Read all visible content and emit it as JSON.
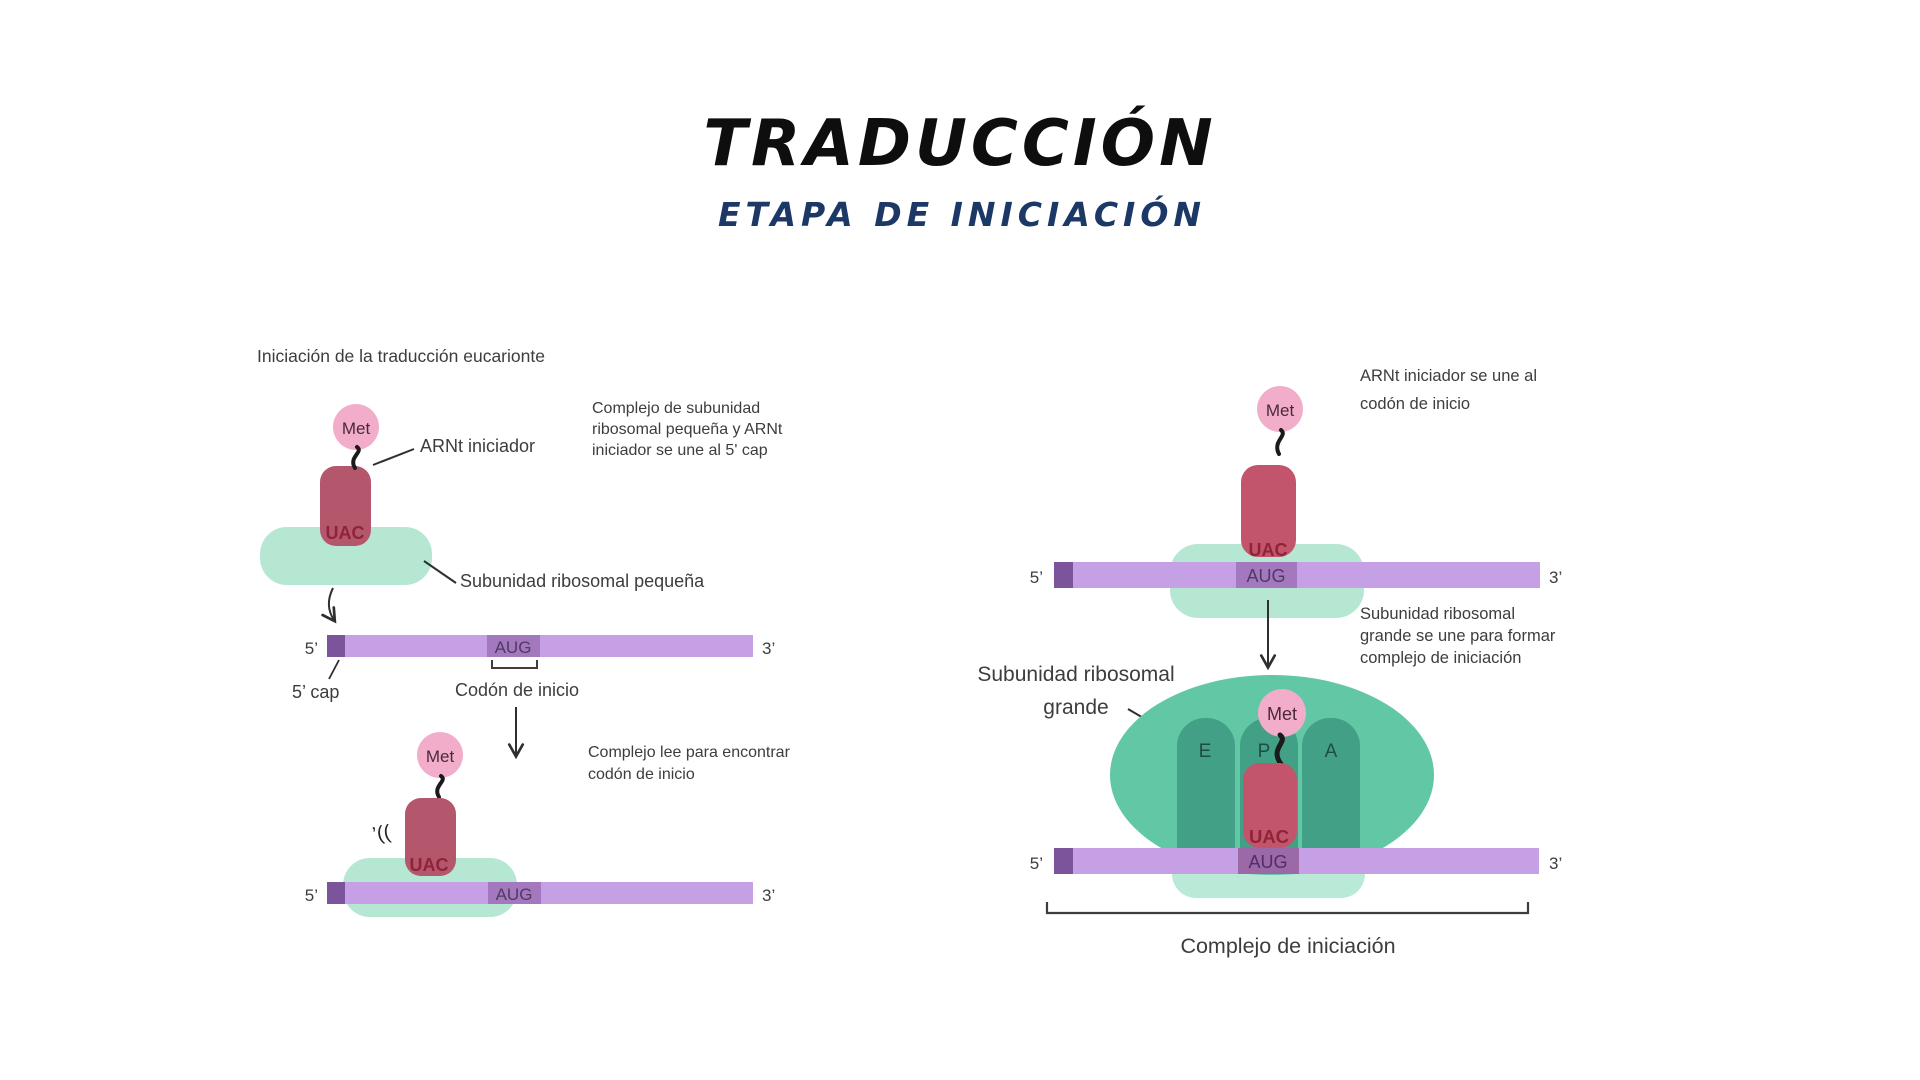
{
  "title": "TRADUCCIÓN",
  "subtitle": "ETAPA DE INICIACIÓN",
  "colors": {
    "title_ink": "#0e0e0e",
    "subtitle_navy": "#1b3866",
    "text_dark": "#3d3d3d",
    "line_dark": "#2f2f2f",
    "met_pink": "#f1adca",
    "met_text": "#4a2a3a",
    "trna_left": "#b4566c",
    "trna_right": "#c2556b",
    "anticodon_text": "#8f2438",
    "small_subunit": "#b5e7d3",
    "small_subunit_light": "#b9ead8",
    "large_subunit": "#62c7a4",
    "site_column": "#42a086",
    "site_text": "#1f4d45",
    "mrna": "#c6a0e4",
    "mrna_cap": "#7c549b",
    "codon_box": "#a478bf",
    "codon_box_dark": "#9b6aa6",
    "codon_text": "#4f3a60",
    "codon_text_dark": "#512c66"
  },
  "left": {
    "heading": "Iniciación de la traducción eucarionte",
    "met": "Met",
    "anticodon": "UAC",
    "trna_label": "ARNt iniciador",
    "note1_line1": "Complejo de subunidad",
    "note1_line2": "ribosomal pequeña y ARNt",
    "note1_line3": "iniciador se une al 5' cap",
    "small_subunit_label": "Subunidad ribosomal pequeña",
    "five_prime": "5’",
    "three_prime": "3’",
    "codon": "AUG",
    "cap_label": "5’ cap",
    "start_codon_label": "Codón de inicio",
    "note2_line1": "Complejo lee para encontrar",
    "note2_line2": "codón de inicio",
    "scan_marks": "’(("
  },
  "right": {
    "note3_line1": "ARNt iniciador se une al",
    "note3_line2": "codón de inicio",
    "met": "Met",
    "anticodon": "UAC",
    "codon": "AUG",
    "five_prime": "5’",
    "three_prime": "3’",
    "note4_line1": "Subunidad ribosomal",
    "note4_line2": "grande se une para formar",
    "note4_line3": "complejo de iniciación",
    "large_label_line1": "Subunidad ribosomal",
    "large_label_line2": "grande",
    "site_e": "E",
    "site_p": "P",
    "site_a": "A",
    "bracket_label": "Complejo de iniciación"
  }
}
